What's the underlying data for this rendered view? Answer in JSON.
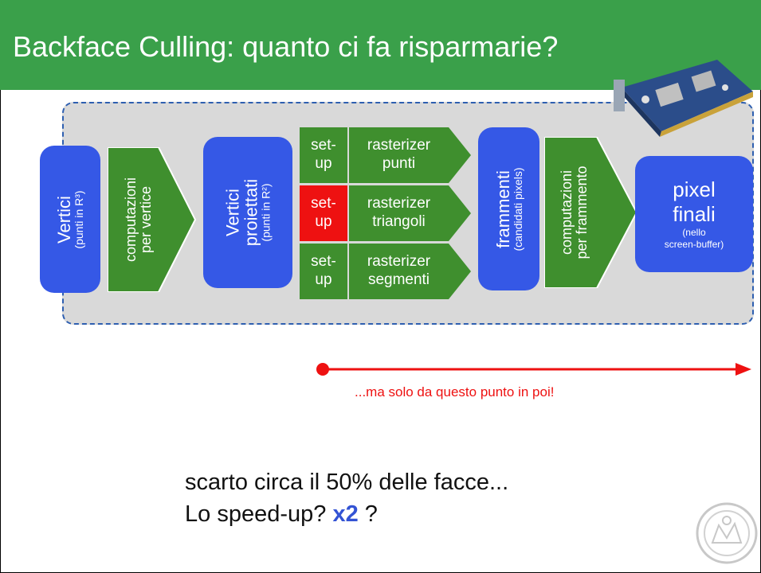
{
  "title": "Backface Culling: quanto ci fa risparmarie?",
  "pipeline": {
    "vertici": {
      "label": "Vertici",
      "sub": "(punti in R³)"
    },
    "comp_vertice": {
      "line1": "computazioni",
      "line2": "per vertice"
    },
    "vertici_proiettati": {
      "line1": "Vertici",
      "line2": "proiettati",
      "sub": "(punti in R²)"
    },
    "rows": [
      {
        "setup": "set-up",
        "rast1": "rasterizer",
        "rast2": "punti",
        "highlight": false
      },
      {
        "setup": "set-up",
        "rast1": "rasterizer",
        "rast2": "triangoli",
        "highlight": true
      },
      {
        "setup": "set-up",
        "rast1": "rasterizer",
        "rast2": "segmenti",
        "highlight": false
      }
    ],
    "frammenti": {
      "label": "frammenti",
      "sub": "(candidati pixels)"
    },
    "comp_frammento": {
      "line1": "computazioni",
      "line2": "per frammento"
    },
    "pixel_finali": {
      "line1": "pixel",
      "line2": "finali",
      "sub1": "(nello",
      "sub2": "screen-buffer)"
    }
  },
  "annotation": "...ma solo da questo punto in poi!",
  "body": {
    "line1": "scarto circa il 50% delle facce...",
    "line2_pre": "Lo speed-up? ",
    "line2_em": "x2",
    "line2_post": " ?"
  },
  "colors": {
    "green": "#3aa04a",
    "blue": "#3558e6",
    "red": "#ee1111"
  },
  "icons": [
    "graphics-card-icon",
    "university-seal-icon"
  ]
}
